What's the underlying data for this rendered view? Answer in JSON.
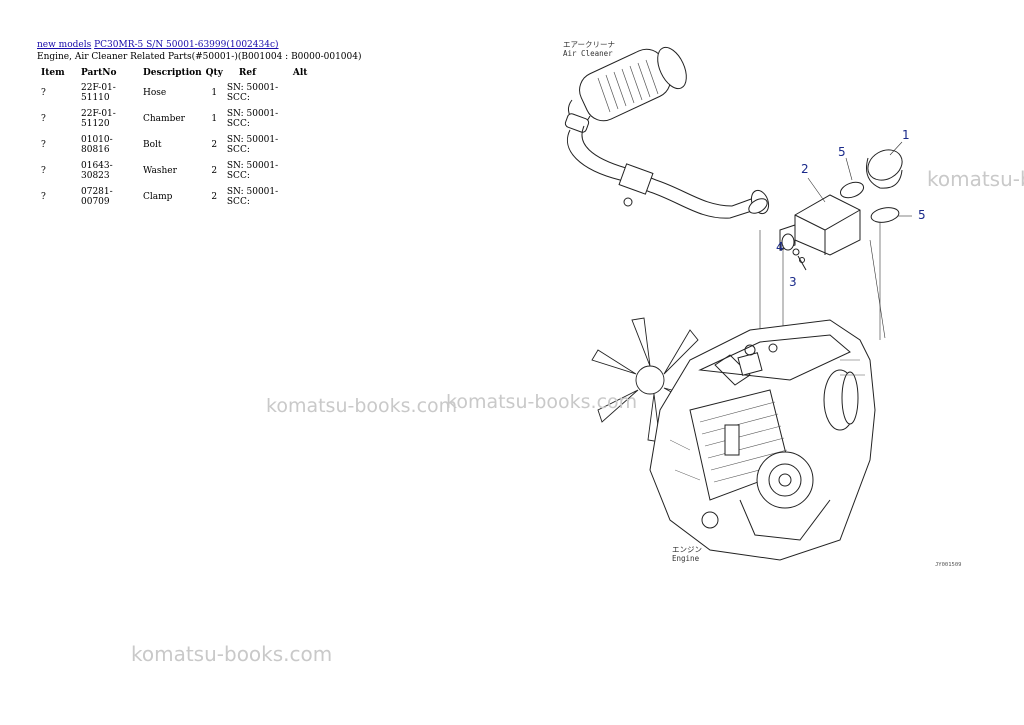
{
  "breadcrumb": {
    "link1": "new models",
    "link2": "PC30MR-5 S/N 50001-63999(1002434c)"
  },
  "subtitle": "Engine, Air Cleaner Related Parts(#50001-)(B001004 : B0000-001004)",
  "table": {
    "headers": [
      "Item",
      "PartNo",
      "Description",
      "Qty",
      "Ref",
      "Alt"
    ],
    "rows": [
      {
        "item": "?",
        "partno": "22F-01-51110",
        "desc": "Hose",
        "qty": "1",
        "ref1": "SN: 50001-",
        "ref2": "SCC:",
        "alt": ""
      },
      {
        "item": "?",
        "partno": "22F-01-51120",
        "desc": "Chamber",
        "qty": "1",
        "ref1": "SN: 50001-",
        "ref2": "SCC:",
        "alt": ""
      },
      {
        "item": "?",
        "partno": "01010-80816",
        "desc": "Bolt",
        "qty": "2",
        "ref1": "SN: 50001-",
        "ref2": "SCC:",
        "alt": ""
      },
      {
        "item": "?",
        "partno": "01643-30823",
        "desc": "Washer",
        "qty": "2",
        "ref1": "SN: 50001-",
        "ref2": "SCC:",
        "alt": ""
      },
      {
        "item": "?",
        "partno": "07281-00709",
        "desc": "Clamp",
        "qty": "2",
        "ref1": "SN: 50001-",
        "ref2": "SCC:",
        "alt": ""
      }
    ]
  },
  "watermark": "komatsu-books.com",
  "diagram": {
    "air_cleaner_jp": "エアークリーナ",
    "air_cleaner_en": "Air Cleaner",
    "engine_jp": "エンジン",
    "engine_en": "Engine",
    "callouts": [
      "1",
      "2",
      "5",
      "5",
      "4",
      "3"
    ],
    "drawing_code": "JY001509"
  }
}
